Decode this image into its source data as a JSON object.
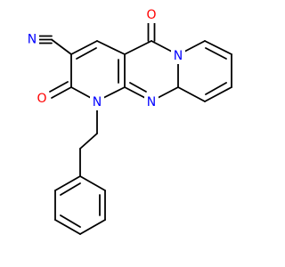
{
  "molecule": {
    "atoms": {
      "n_nitrile": {
        "symbol": "N",
        "color": "#0000ff"
      },
      "o_top": {
        "symbol": "O",
        "color": "#ff0000"
      },
      "o_left": {
        "symbol": "O",
        "color": "#ff0000"
      },
      "n_ring1": {
        "symbol": "N",
        "color": "#0000ff"
      },
      "n_ring2": {
        "symbol": "N",
        "color": "#0000ff"
      },
      "n_ring3": {
        "symbol": "N",
        "color": "#0000ff"
      }
    },
    "colors": {
      "carbon_bond": "#000000",
      "oxygen": "#ff0000",
      "nitrogen": "#0000ff",
      "background": "#ffffff"
    }
  }
}
